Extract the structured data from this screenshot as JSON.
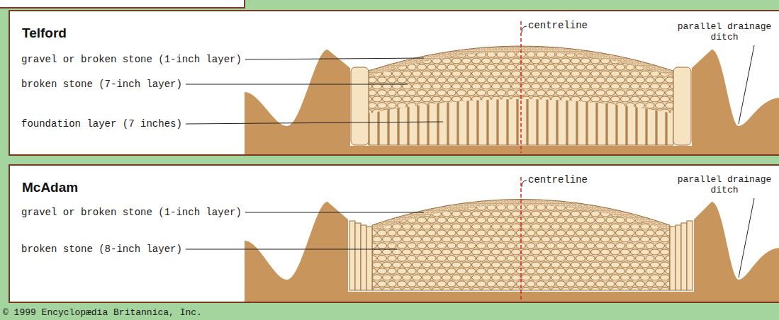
{
  "diagram": {
    "nodes": [
      {
        "text": [
          "Telford"
        ]
      },
      {
        "text": [
          "McAdam"
        ]
      }
    ],
    "labels": [
      "gravel or broken stone (1-inch layer)",
      "broken stone (7-inch layer)",
      "foundation layer (7 inches)",
      "centreline",
      "parallel drainage ditch",
      "gravel or broken stone (1-inch layer)",
      "broken stone (8-inch layer)",
      "centreline",
      "parallel drainage ditch",
      "© 1999 Encyclopædia Britannica, Inc."
    ]
  }
}
